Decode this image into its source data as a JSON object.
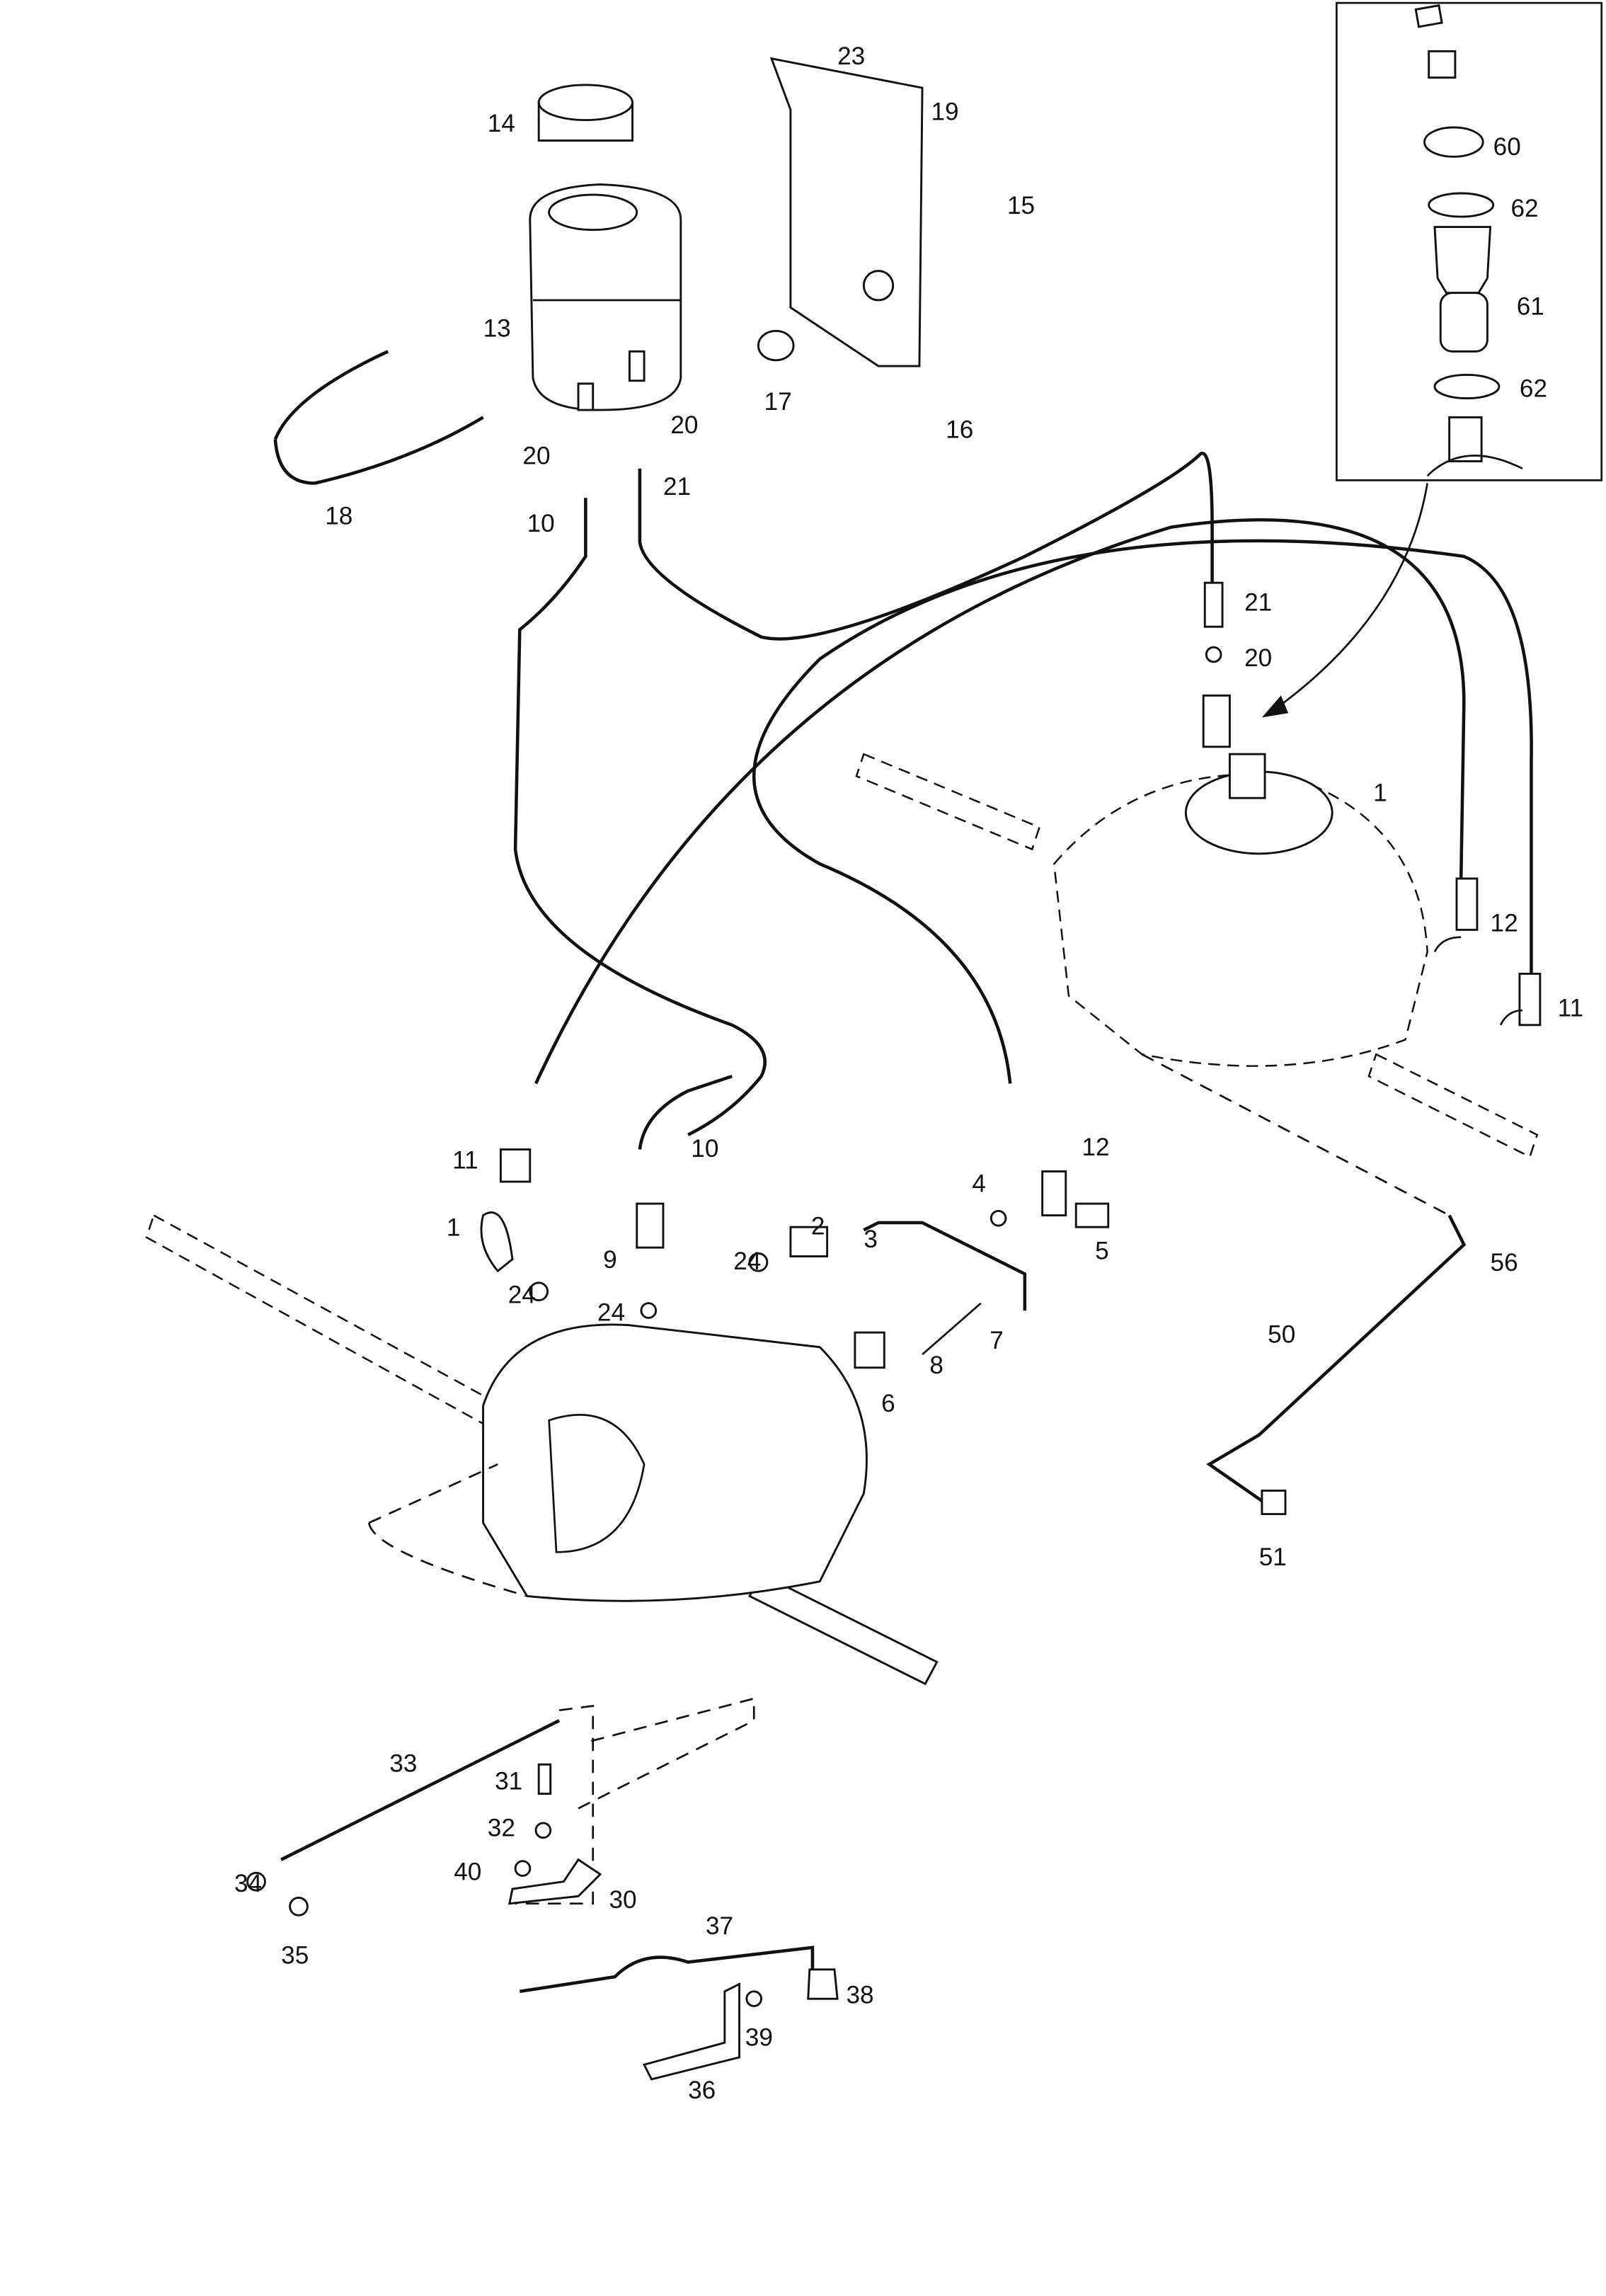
{
  "diagram": {
    "type": "exploded parts diagram",
    "line_color": "#111111",
    "background": "#ffffff",
    "callouts": [
      "23",
      "19",
      "14",
      "15",
      "60",
      "62",
      "61",
      "62",
      "13",
      "17",
      "16",
      "20",
      "20",
      "21",
      "18",
      "10",
      "21",
      "20",
      "1",
      "12",
      "11",
      "11",
      "10",
      "12",
      "1",
      "9",
      "3",
      "2",
      "4",
      "5",
      "24",
      "24",
      "24",
      "56",
      "7",
      "8",
      "6",
      "50",
      "51",
      "33",
      "31",
      "32",
      "40",
      "30",
      "34",
      "35",
      "37",
      "38",
      "39",
      "36"
    ]
  }
}
